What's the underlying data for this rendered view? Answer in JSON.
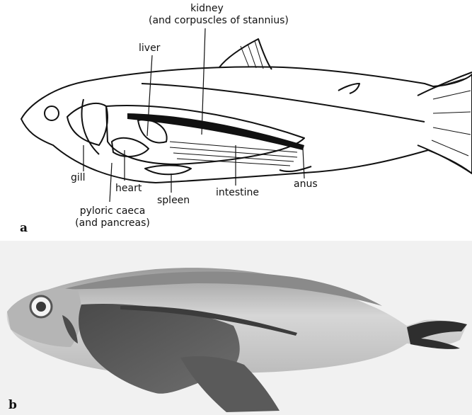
{
  "panel_a": {
    "letter": "a",
    "labels": {
      "kidney_line1": "kidney",
      "kidney_line2": "(and corpuscles of stannius)",
      "liver": "liver",
      "gill": "gill",
      "heart": "heart",
      "spleen": "spleen",
      "intestine": "intestine",
      "anus": "anus",
      "pyloric_line1": "pyloric caeca",
      "pyloric_line2": "(and pancreas)"
    }
  },
  "panel_b": {
    "letter": "b"
  }
}
